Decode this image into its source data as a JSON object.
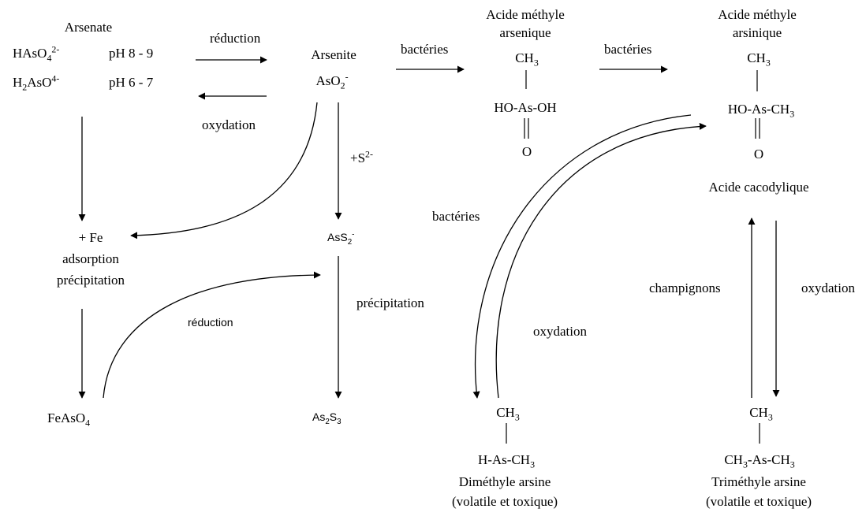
{
  "arsenate": {
    "title": "Arsenate",
    "species1": "HAsO",
    "species1_sub": "4",
    "species1_sup": "2-",
    "species1_ph": "pH 8 - 9",
    "species2a": "H",
    "species2a_sub": "2",
    "species2b": "AsO",
    "species2b_sup": "4-",
    "species2_ph": "pH 6 - 7"
  },
  "arsenite": {
    "title": "Arsenite",
    "formula": "AsO",
    "formula_sub": "2",
    "formula_sup": "-"
  },
  "reduction_top": "réduction",
  "oxydation_left": "oxydation",
  "sulfide": {
    "label": "+S",
    "sup": "2-"
  },
  "ass2": {
    "formula": "AsS",
    "sub": "2",
    "sup": "-"
  },
  "fe_box": {
    "line1": "+ Fe",
    "line2": "adsorption",
    "line3": "précipitation"
  },
  "reduction_curve": "réduction",
  "precipitation": "précipitation",
  "feaso4": {
    "formula": "FeAsO",
    "sub": "4"
  },
  "as2s3": {
    "a": "As",
    "a_sub": "2",
    "b": "S",
    "b_sub": "3"
  },
  "bacteria1": "bactéries",
  "bacteria2": "bactéries",
  "bacteria3": "bactéries",
  "methylarsenic": {
    "name1": "Acide méthyle",
    "name2": "arsenique",
    "ch3": "CH",
    "ch3_sub": "3",
    "core": "HO-As-OH",
    "o": "O"
  },
  "methylarsinic": {
    "name1": "Acide méthyle",
    "name2": "arsinique",
    "ch3": "CH",
    "ch3_sub": "3",
    "core": "HO-As-CH",
    "core_sub": "3",
    "o": "O",
    "alias": "Acide cacodylique"
  },
  "oxydation_mid": "oxydation",
  "champignons": "champignons",
  "oxydation_right": "oxydation",
  "dimethyl": {
    "ch3": "CH",
    "ch3_sub": "3",
    "core": "H-As-CH",
    "core_sub": "3",
    "name": "Diméthyle arsine",
    "note": "(volatile et toxique)"
  },
  "trimethyl": {
    "ch3": "CH",
    "ch3_sub": "3",
    "core_a": "CH",
    "core_a_sub": "3",
    "core_b": "-As-CH",
    "core_b_sub": "3",
    "name": "Triméthyle arsine",
    "note": "(volatile et toxique)"
  }
}
